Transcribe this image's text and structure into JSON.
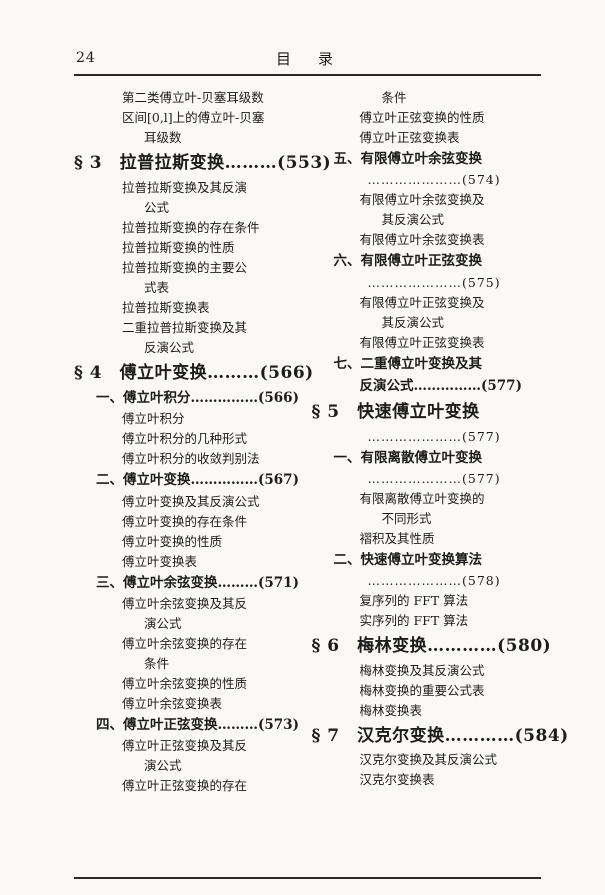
{
  "header": {
    "page_number": "24",
    "title": "目　录"
  },
  "toc": {
    "left": [
      {
        "t": "sub",
        "text": "第二类傅立叶-贝塞耳级数"
      },
      {
        "t": "sub",
        "text": "区间[0,l]上的傅立叶-贝塞"
      },
      {
        "t": "cont",
        "text": "耳级数"
      },
      {
        "t": "section",
        "text": "§ 3　拉普拉斯变换………(553)"
      },
      {
        "t": "sub",
        "text": "拉普拉斯变换及其反演"
      },
      {
        "t": "cont",
        "text": "公式"
      },
      {
        "t": "sub",
        "text": "拉普拉斯变换的存在条件"
      },
      {
        "t": "sub",
        "text": "拉普拉斯变换的性质"
      },
      {
        "t": "sub",
        "text": "拉普拉斯变换的主要公"
      },
      {
        "t": "cont",
        "text": "式表"
      },
      {
        "t": "sub",
        "text": "拉普拉斯变换表"
      },
      {
        "t": "sub",
        "text": "二重拉普拉斯变换及其"
      },
      {
        "t": "cont",
        "text": "反演公式"
      },
      {
        "t": "section",
        "text": "§ 4　傅立叶变换………(566)"
      },
      {
        "t": "numbered",
        "text": "一、傅立叶积分……………(566)"
      },
      {
        "t": "sub",
        "text": "傅立叶积分"
      },
      {
        "t": "sub",
        "text": "傅立叶积分的几种形式"
      },
      {
        "t": "sub",
        "text": "傅立叶积分的收敛判别法"
      },
      {
        "t": "numbered",
        "text": "二、傅立叶变换……………(567)"
      },
      {
        "t": "sub",
        "text": "傅立叶变换及其反演公式"
      },
      {
        "t": "sub",
        "text": "傅立叶变换的存在条件"
      },
      {
        "t": "sub",
        "text": "傅立叶变换的性质"
      },
      {
        "t": "sub",
        "text": "傅立叶变换表"
      },
      {
        "t": "numbered",
        "text": "三、傅立叶余弦变换………(571)"
      },
      {
        "t": "sub",
        "text": "傅立叶余弦变换及其反"
      },
      {
        "t": "cont",
        "text": "演公式"
      },
      {
        "t": "sub",
        "text": "傅立叶余弦变换的存在"
      },
      {
        "t": "cont",
        "text": "条件"
      },
      {
        "t": "sub",
        "text": "傅立叶余弦变换的性质"
      },
      {
        "t": "sub",
        "text": "傅立叶余弦变换表"
      },
      {
        "t": "numbered",
        "text": "四、傅立叶正弦变换………(573)"
      },
      {
        "t": "sub",
        "text": "傅立叶正弦变换及其反"
      },
      {
        "t": "cont",
        "text": "演公式"
      },
      {
        "t": "sub",
        "text": "傅立叶正弦变换的存在"
      }
    ],
    "right": [
      {
        "t": "cont",
        "text": "条件"
      },
      {
        "t": "sub",
        "text": "傅立叶正弦变换的性质"
      },
      {
        "t": "sub",
        "text": "傅立叶正弦变换表"
      },
      {
        "t": "numbered",
        "text": "五、有限傅立叶余弦变换"
      },
      {
        "t": "dots",
        "text": "…………………(574)"
      },
      {
        "t": "sub",
        "text": "有限傅立叶余弦变换及"
      },
      {
        "t": "cont",
        "text": "其反演公式"
      },
      {
        "t": "sub",
        "text": "有限傅立叶余弦变换表"
      },
      {
        "t": "numbered",
        "text": "六、有限傅立叶正弦变换"
      },
      {
        "t": "dots",
        "text": "…………………(575)"
      },
      {
        "t": "sub",
        "text": "有限傅立叶正弦变换及"
      },
      {
        "t": "cont",
        "text": "其反演公式"
      },
      {
        "t": "sub",
        "text": "有限傅立叶正弦变换表"
      },
      {
        "t": "numbered",
        "text": "七、二重傅立叶变换及其"
      },
      {
        "t": "numbered_cont",
        "text": "反演公式……………(577)"
      },
      {
        "t": "section",
        "text": "§ 5　快速傅立叶变换"
      },
      {
        "t": "dots",
        "text": "…………………(577)"
      },
      {
        "t": "numbered",
        "text": "一、有限离散傅立叶变换"
      },
      {
        "t": "dots",
        "text": "…………………(577)"
      },
      {
        "t": "sub",
        "text": "有限离散傅立叶变换的"
      },
      {
        "t": "cont",
        "text": "不同形式"
      },
      {
        "t": "sub",
        "text": "褶积及其性质"
      },
      {
        "t": "numbered",
        "text": "二、快速傅立叶变换算法"
      },
      {
        "t": "dots",
        "text": "…………………(578)"
      },
      {
        "t": "sub",
        "text": "复序列的 FFT 算法"
      },
      {
        "t": "sub",
        "text": "实序列的 FFT 算法"
      },
      {
        "t": "section",
        "text": "§ 6　梅林变换…………(580)"
      },
      {
        "t": "sub",
        "text": "梅林变换及其反演公式"
      },
      {
        "t": "sub",
        "text": "梅林变换的重要公式表"
      },
      {
        "t": "sub",
        "text": "梅林变换表"
      },
      {
        "t": "section",
        "text": "§ 7　汉克尔变换…………(584)"
      },
      {
        "t": "sub",
        "text": "汉克尔变换及其反演公式"
      },
      {
        "t": "sub",
        "text": "汉克尔变换表"
      }
    ]
  }
}
